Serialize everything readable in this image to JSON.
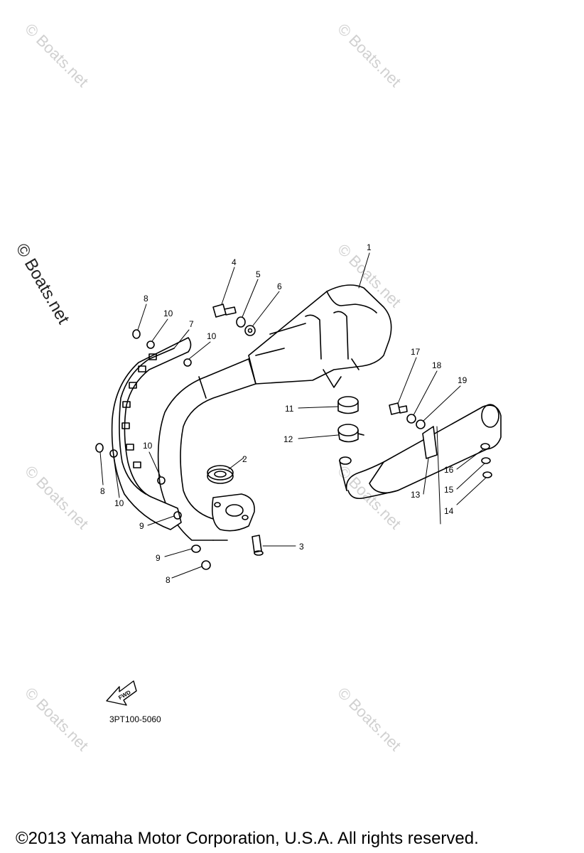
{
  "watermark": "© Boats.net",
  "diagram_code": "3PT100-5060",
  "fwd_label": "FWD",
  "copyright": "©2013 Yamaha Motor Corporation, U.S.A. All rights reserved.",
  "callouts": {
    "c1": "1",
    "c2": "2",
    "c3": "3",
    "c4": "4",
    "c5": "5",
    "c6": "6",
    "c7": "7",
    "c8a": "8",
    "c8b": "8",
    "c8c": "8",
    "c9a": "9",
    "c9b": "9",
    "c10a": "10",
    "c10b": "10",
    "c10c": "10",
    "c10d": "10",
    "c11": "11",
    "c12": "12",
    "c13": "13",
    "c14": "14",
    "c15": "15",
    "c16": "16",
    "c17": "17",
    "c18": "18",
    "c19": "19"
  }
}
